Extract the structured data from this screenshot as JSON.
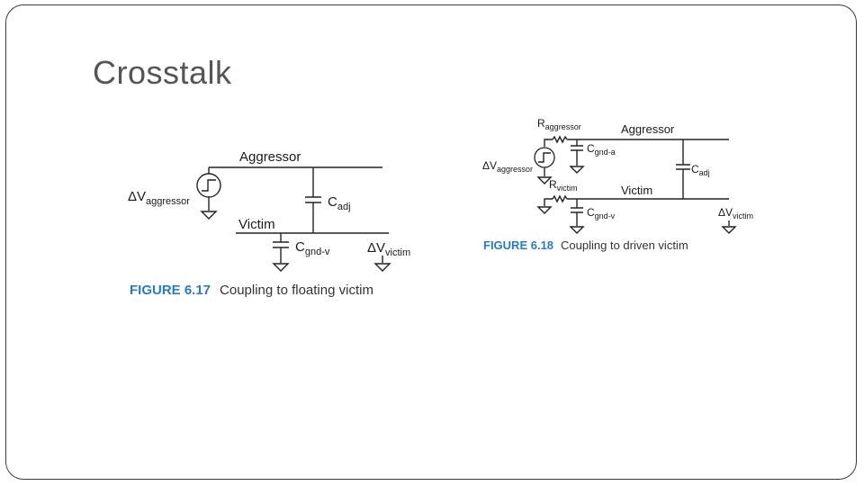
{
  "slide": {
    "title": "Crosstalk"
  },
  "fig617": {
    "aggressor_label": "Aggressor",
    "victim_label": "Victim",
    "source_label": "ΔV",
    "source_sub": "aggressor",
    "cadj_label": "C",
    "cadj_sub": "adj",
    "cgnd_label": "C",
    "cgnd_sub": "gnd-v",
    "dv_label": "ΔV",
    "dv_sub": "victim",
    "caption_num": "FIGURE 6.17",
    "caption_text": "Coupling to floating victim"
  },
  "fig618": {
    "r_aggr_label": "R",
    "r_aggr_sub": "aggressor",
    "aggressor_label": "Aggressor",
    "cgnda_label": "C",
    "cgnda_sub": "gnd-a",
    "source_label": "ΔV",
    "source_sub": "aggressor",
    "cadj_label": "C",
    "cadj_sub": "adj",
    "r_vic_label": "R",
    "r_vic_sub": "victim",
    "victim_label": "Victim",
    "cgndv_label": "C",
    "cgndv_sub": "gnd-v",
    "dv_label": "ΔV",
    "dv_sub": "victim",
    "caption_num": "FIGURE 6.18",
    "caption_text": "Coupling to driven victim"
  }
}
